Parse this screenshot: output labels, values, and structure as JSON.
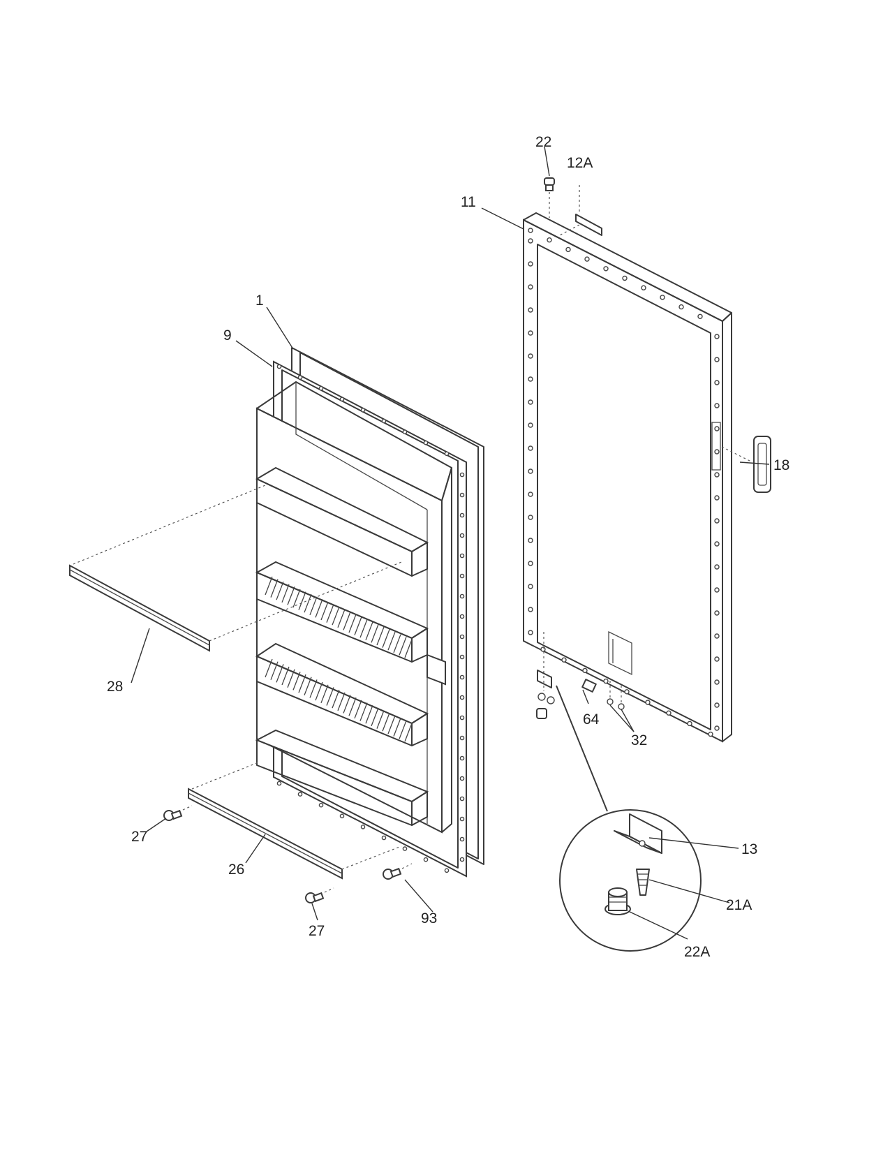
{
  "callouts": [
    {
      "id": "1",
      "label": "1"
    },
    {
      "id": "9",
      "label": "9"
    },
    {
      "id": "11",
      "label": "11"
    },
    {
      "id": "12A",
      "label": "12A"
    },
    {
      "id": "13",
      "label": "13"
    },
    {
      "id": "18",
      "label": "18"
    },
    {
      "id": "21A",
      "label": "21A"
    },
    {
      "id": "22",
      "label": "22"
    },
    {
      "id": "22A",
      "label": "22A"
    },
    {
      "id": "26",
      "label": "26"
    },
    {
      "id": "27a",
      "label": "27"
    },
    {
      "id": "27b",
      "label": "27"
    },
    {
      "id": "28",
      "label": "28"
    },
    {
      "id": "32",
      "label": "32"
    },
    {
      "id": "64",
      "label": "64"
    },
    {
      "id": "93",
      "label": "93"
    }
  ]
}
